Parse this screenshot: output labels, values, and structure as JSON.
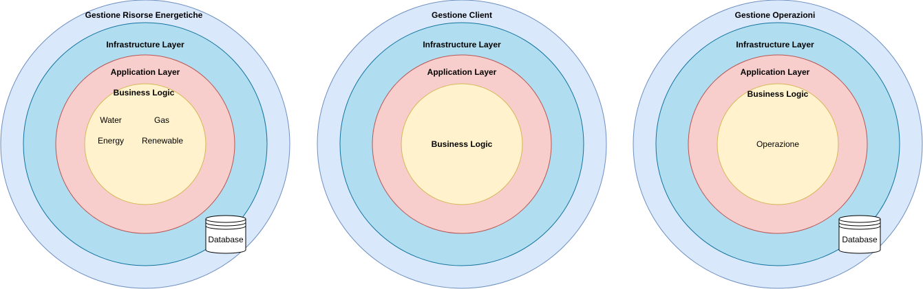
{
  "colors": {
    "outer_fill": "#dae8fc",
    "outer_stroke": "#6c8ebf",
    "infra_fill": "#b1ddf0",
    "infra_stroke": "#10739e",
    "app_fill": "#f8cecc",
    "app_stroke": "#b85450",
    "logic_fill": "#fff2cc",
    "logic_stroke": "#d6b656",
    "db_fill": "#ffffff",
    "db_stroke": "#000000"
  },
  "modules": [
    {
      "title": "Gestione Risorse Energetiche",
      "infrastructure_label": "Infrastructure Layer",
      "application_label": "Application Layer",
      "business_logic_label": "Business Logic",
      "logic_items": [
        "Water",
        "Gas",
        "Energy",
        "Renewable"
      ],
      "database_label": "Database"
    },
    {
      "title": "Gestione Client",
      "infrastructure_label": "Infrastructure Layer",
      "application_label": "Application Layer",
      "business_logic_label": "Business Logic"
    },
    {
      "title": "Gestione Operazioni",
      "infrastructure_label": "Infrastructure Layer",
      "application_label": "Application Layer",
      "business_logic_label": "Business Logic",
      "logic_items": [
        "Operazione"
      ],
      "database_label": "Database"
    }
  ]
}
